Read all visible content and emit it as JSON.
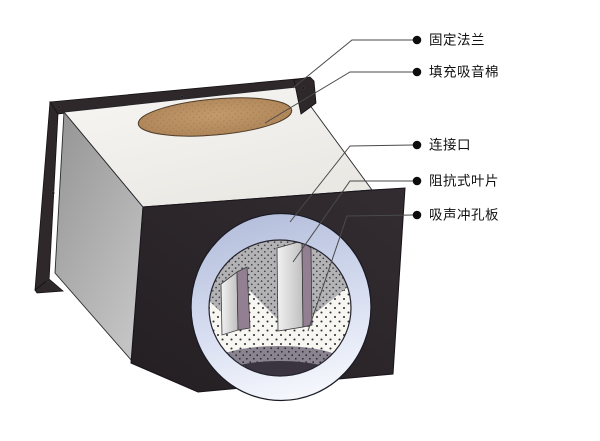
{
  "diagram": {
    "type": "silencer-box-cutaway-3d",
    "background": "#ffffff",
    "labels": {
      "fixed_flange": "固定法兰",
      "filling_cotton": "填充吸音棉",
      "connection_port": "连接口",
      "impedance_blade": "阻抗式叶片",
      "perforated_plate": "吸声冲孔板"
    },
    "colors": {
      "flange_dark": "#2e282b",
      "front_panel_dark": "#2a2528",
      "left_face_gray": "#a9a9a9",
      "top_face_white": "#f3f2ef",
      "cotton_tan": "#b98e60",
      "collar_periwinkle": "#ccd5ec",
      "blade_face": "#e6e6e6",
      "blade_edge_mauve": "#937f92",
      "perforated_floor": "#f7f6f1",
      "perforated_panel_gray": "#b3b2b4",
      "inner_shadow": "#3a3340",
      "leader_line": "#4a4a4a",
      "bullet": "#0d0d0d",
      "text": "#111111"
    }
  }
}
